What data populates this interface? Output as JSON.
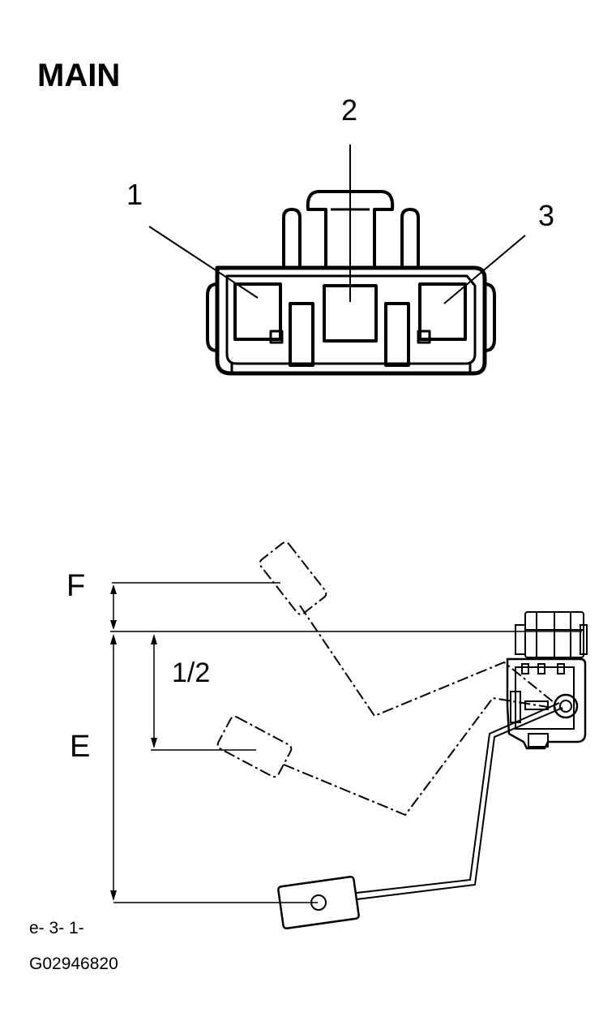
{
  "title": "MAIN",
  "connector": {
    "terminals": [
      {
        "label": "1"
      },
      {
        "label": "2"
      },
      {
        "label": "3"
      }
    ]
  },
  "gauge": {
    "level_full": "F",
    "level_empty": "E",
    "level_half": "1/2"
  },
  "footer": {
    "line1": "e- 3- 1-",
    "line2": "G02946820"
  }
}
